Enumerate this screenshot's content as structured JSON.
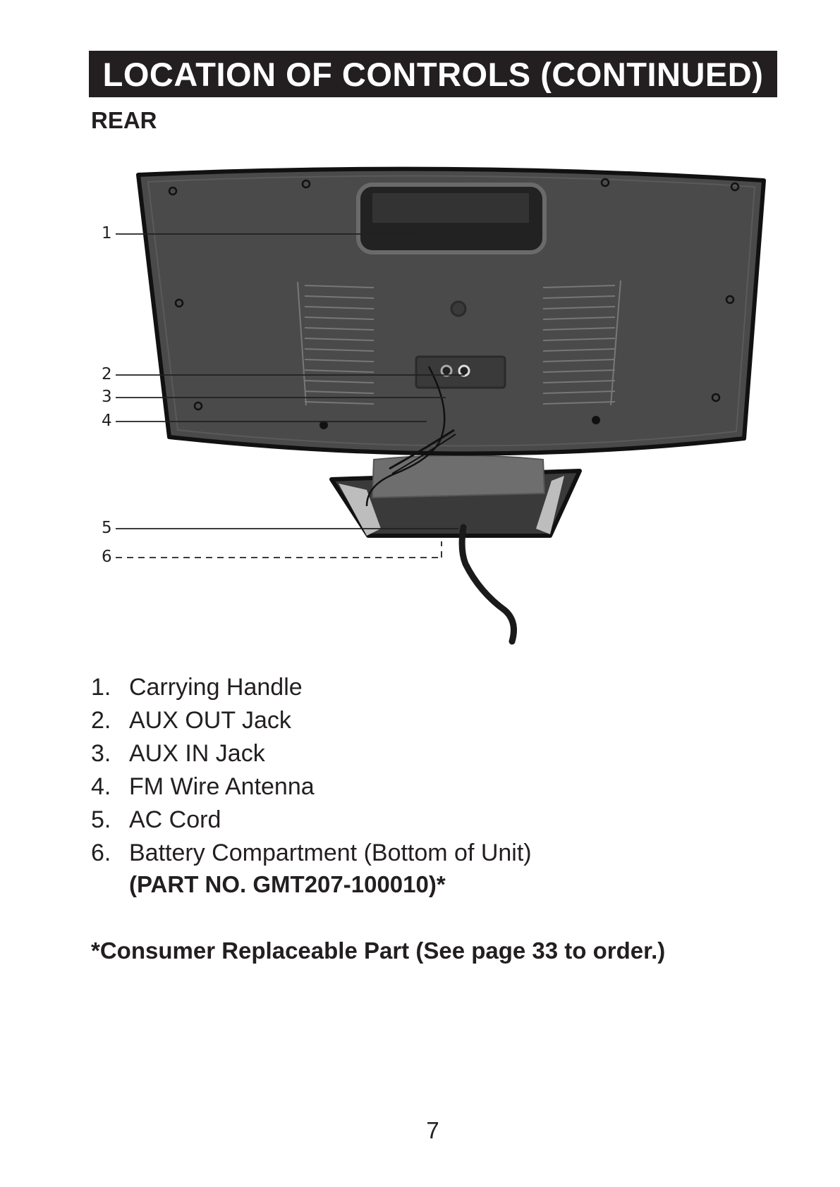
{
  "header": {
    "title": "LOCATION OF CONTROLS (CONTINUED)"
  },
  "section": {
    "label": "REAR"
  },
  "diagram": {
    "callouts": [
      "1",
      "2",
      "3",
      "4",
      "5",
      "6"
    ]
  },
  "parts": [
    {
      "num": "1.",
      "label": "Carrying Handle"
    },
    {
      "num": "2.",
      "label": "AUX OUT Jack"
    },
    {
      "num": "3.",
      "label": "AUX IN Jack"
    },
    {
      "num": "4.",
      "label": "FM Wire Antenna"
    },
    {
      "num": "5.",
      "label": "AC Cord"
    },
    {
      "num": "6.",
      "label": "Battery Compartment (Bottom of Unit)"
    }
  ],
  "part_number": "(PART NO. GMT207-100010)*",
  "footnote": "*Consumer Replaceable Part (See page 33 to order.)",
  "page_number": "7"
}
